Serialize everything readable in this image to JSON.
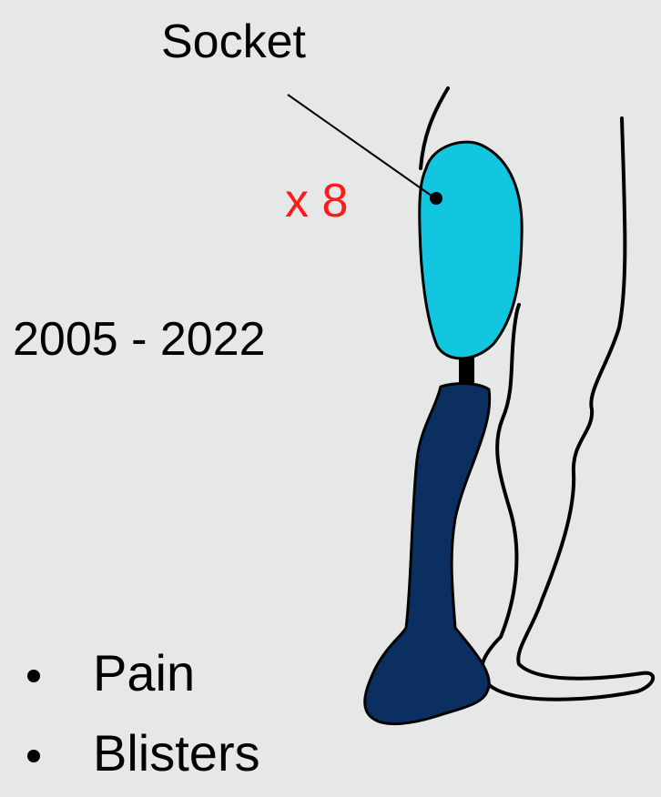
{
  "labels": {
    "socket": "Socket",
    "count": "x 8",
    "years": "2005 - 2022"
  },
  "bullets": [
    {
      "text": "Pain"
    },
    {
      "text": "Blisters"
    }
  ],
  "colors": {
    "background": "#e6e8e7",
    "socket_fill": "#12c6df",
    "prosthesis_fill": "#0b2f61",
    "count_text": "#ff1a1a",
    "outline": "#000000"
  }
}
